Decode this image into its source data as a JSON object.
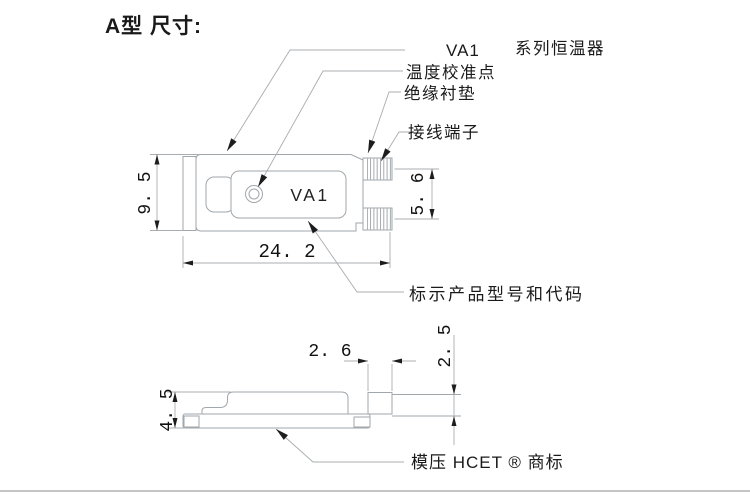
{
  "title": "A型 尺寸:",
  "colors": {
    "title": "#8B0000",
    "drawing_line": "#a2a7ab",
    "annotation_text": "#1a1a1a"
  },
  "front_view": {
    "part_label": "VA1",
    "dim_height": "9. 5",
    "dim_width": "24. 2",
    "dim_terminal_spacing": "5. 6"
  },
  "side_view": {
    "dim_height": "4. 5",
    "dim_terminal_width": "2. 6",
    "dim_lead_offset": "2. 5"
  },
  "callouts": {
    "series_part": "VA1",
    "series_suffix": "系列恒温器",
    "calibration_point": "温度校准点",
    "insulation_gasket": "绝缘衬垫",
    "wiring_terminal": "接线端子",
    "model_marking": "标示产品型号和代码",
    "trademark": "模压 HCET ® 商标"
  }
}
